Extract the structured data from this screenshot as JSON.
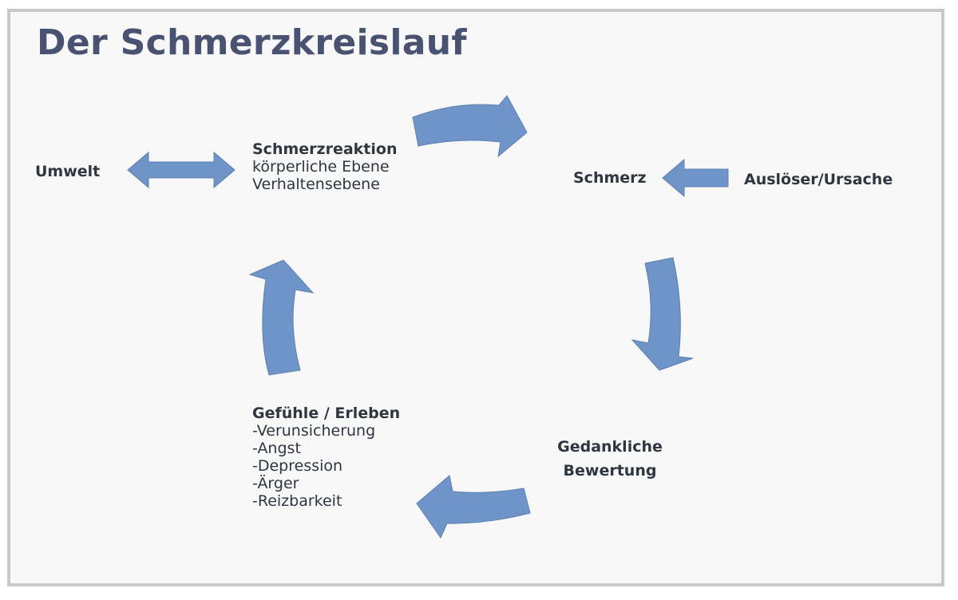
{
  "title": "Der Schmerzkreislauf",
  "colors": {
    "arrow_fill": "#6f95c8",
    "title_text": "#4a5271",
    "body_text": "#2f3640",
    "frame": "#c8c8c8"
  },
  "nodes": {
    "umwelt": "Umwelt",
    "schmerzreaktion": {
      "heading": "Schmerzreaktion",
      "lines": [
        "körperliche Ebene",
        "Verhaltensebene"
      ]
    },
    "schmerz": "Schmerz",
    "ausloeser": "Auslöser/Ursache",
    "gedankliche": {
      "line1": "Gedankliche",
      "line2": "Bewertung"
    },
    "gefuehle": {
      "heading": "Gefühle / Erleben",
      "lines": [
        "-Verunsicherung",
        "-Angst",
        "-Depression",
        "-Ärger",
        "-Reizbarkeit"
      ]
    }
  }
}
